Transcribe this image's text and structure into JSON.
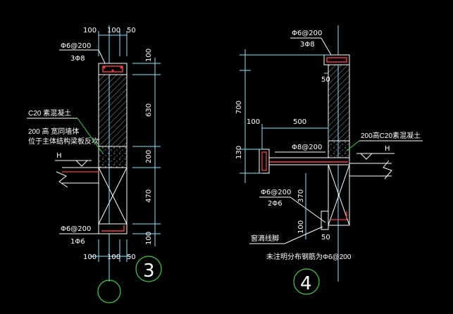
{
  "colors": {
    "background": "#000000",
    "line": "#ffffff",
    "dimension": "#7fe8ff",
    "rebar": "#ff3b3b",
    "leader": "#3cd23c",
    "hatch": "#c8c8c8",
    "level": "#ffffff"
  },
  "detail3": {
    "top_dims": [
      "100",
      "100",
      "50"
    ],
    "bottom_dims": [
      "100",
      "100",
      "50"
    ],
    "right_dims": [
      "100",
      "630",
      "200",
      "470",
      "100"
    ],
    "top_rebar_spec": "Φ6@200",
    "top_rebar_count": "3Φ8",
    "note_line1": "C20 素混凝土",
    "note_line2": "200 高 宽同墙体",
    "note_line3": "位于主体结构梁板反坎",
    "level_label": "H",
    "bottom_rebar_spec": "Φ6@200",
    "bottom_rebar_count": "1Φ6",
    "number": "3"
  },
  "detail4": {
    "top_rebar_spec": "Φ6@200",
    "top_rebar_count": "3Φ8",
    "dim_50_top": "50",
    "left_dims": [
      "700",
      "130"
    ],
    "dim_100": "100",
    "dim_500": "500",
    "slab_rebar": "Φ8@200",
    "concrete_note": "200高C20素混凝土",
    "level_label": "H",
    "lower_rebar_spec": "Φ6@200",
    "lower_rebar_count": "2Φ6",
    "dim_370": "370",
    "dim_100_low": "100",
    "dim_50_low": "50",
    "drip_label": "窗滴线脚",
    "footnote": "未注明分布钢筋为Φ6@200",
    "number": "4"
  }
}
